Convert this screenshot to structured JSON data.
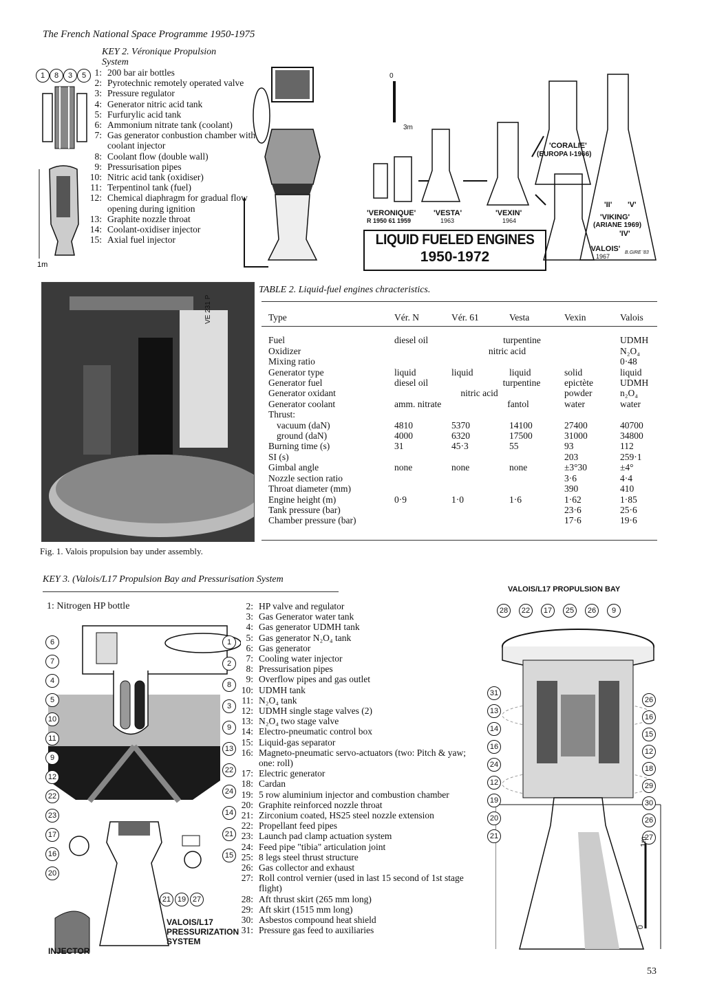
{
  "running_head": "The French National Space Programme 1950-1975",
  "key2": {
    "title": "KEY 2. Véronique Propulsion System",
    "items": [
      {
        "n": "1:",
        "t": "200 bar air bottles"
      },
      {
        "n": "2:",
        "t": "Pyrotechnic remotely operated valve"
      },
      {
        "n": "3:",
        "t": "Pressure regulator"
      },
      {
        "n": "4:",
        "t": "Generator nitric acid tank"
      },
      {
        "n": "5:",
        "t": "Furfurylic acid tank"
      },
      {
        "n": "6:",
        "t": "Ammonium nitrate tank (coolant)"
      },
      {
        "n": "7:",
        "t": "Gas generator conbustion chamber with coolant injector"
      },
      {
        "n": "8:",
        "t": "Coolant flow (double wall)"
      },
      {
        "n": "9:",
        "t": "Pressurisation pipes"
      },
      {
        "n": "10:",
        "t": "Nitric acid tank (oxidiser)"
      },
      {
        "n": "11:",
        "t": "Terpentinol tank (fuel)"
      },
      {
        "n": "12:",
        "t": "Chemical diaphragm for gradual flow opening during ignition"
      },
      {
        "n": "13:",
        "t": "Graphite nozzle throat"
      },
      {
        "n": "14:",
        "t": "Coolant-oxidiser injector"
      },
      {
        "n": "15:",
        "t": "Axial fuel injector"
      }
    ]
  },
  "engines_poster": {
    "title_line1": "LIQUID FUELED ENGINES",
    "title_line2": "1950-1972",
    "labels": {
      "veronique": "'VERONIQUE'",
      "veronique_dates": "R 1950   61 1959",
      "vesta": "'VESTA'",
      "vesta_year": "1963",
      "vexin": "'VEXIN'",
      "vexin_year": "1964",
      "coralie": "'CORALIE'",
      "europa": "(EUROPA I-1966)",
      "ii": "'II'",
      "v": "'V'",
      "viking": "'VIKING'",
      "ariane": "(ARIANE 1969)",
      "iv": "'IV'",
      "valois": "'VALOIS'",
      "valois_year": "1967",
      "signature": "B.GIRE '83",
      "scale_top": "0",
      "scale_bottom": "3m"
    }
  },
  "table2": {
    "caption": "TABLE 2. Liquid-fuel engines chracteristics.",
    "header": [
      "Type",
      "Vér. N",
      "Vér. 61",
      "Vesta",
      "Vexin",
      "Valois"
    ],
    "fuel": {
      "label": "Fuel",
      "ver_n": "diesel oil",
      "mid": "turpentine",
      "valois": "UDMH"
    },
    "oxidizer": {
      "label": "Oxidizer",
      "mid": "nitric acid",
      "valois": "N₂O₄"
    },
    "mixing": {
      "label": "Mixing ratio",
      "valois": "0·48"
    },
    "gen_type": {
      "label": "Generator type",
      "ver_n": "liquid",
      "ver_61": "liquid",
      "vesta": "liquid",
      "vexin": "solid",
      "valois": "liquid"
    },
    "gen_fuel": {
      "label": "Generator fuel",
      "ver_n": "diesel oil",
      "mid": "turpentine",
      "vexin": "epictète",
      "valois": "UDMH"
    },
    "gen_ox": {
      "label": "Generator oxidant",
      "mid": "nitric acid",
      "vexin": "powder",
      "valois": "n₂O₄"
    },
    "gen_cool": {
      "label": "Generator coolant",
      "ver_n": "amm. nitrate",
      "mid": "fantol",
      "vexin": "water",
      "valois": "water"
    },
    "thrust": {
      "label": "Thrust:"
    },
    "vacuum": {
      "label": "vacuum (daN)",
      "ver_n": "4810",
      "ver_61": "5370",
      "vesta": "14100",
      "vexin": "27400",
      "valois": "40700"
    },
    "ground": {
      "label": "ground (daN)",
      "ver_n": "4000",
      "ver_61": "6320",
      "vesta": "17500",
      "vexin": "31000",
      "valois": "34800"
    },
    "burn": {
      "label": "Burning time (s)",
      "ver_n": "31",
      "ver_61": "45·3",
      "vesta": "55",
      "vexin": "93",
      "valois": "112"
    },
    "si": {
      "label": "SI (s)",
      "vexin": "203",
      "valois": "259·1"
    },
    "gimbal": {
      "label": "Gimbal angle",
      "ver_n": "none",
      "ver_61": "none",
      "vesta": "none",
      "vexin": "±3°30",
      "valois": "±4°"
    },
    "nozzle": {
      "label": "Nozzle section ratio",
      "vexin": "3·6",
      "valois": "4·4"
    },
    "throat": {
      "label": "Throat diameter (mm)",
      "vexin": "390",
      "valois": "410"
    },
    "height": {
      "label": "Engine height (m)",
      "ver_n": "0·9",
      "ver_61": "1·0",
      "vesta": "1·6",
      "vexin": "1·62",
      "valois": "1·85"
    },
    "tank_p": {
      "label": "Tank pressure (bar)",
      "vexin": "23·6",
      "valois": "25·6"
    },
    "chamber_p": {
      "label": "Chamber pressure (bar)",
      "vexin": "17·6",
      "valois": "19·6"
    }
  },
  "fig1": {
    "caption": "Fig. 1. Valois propulsion bay under assembly.",
    "tank_marking": "VE 231 P"
  },
  "key3": {
    "title": "KEY 3. (Valois/L17 Propulsion Bay and Pressurisation System",
    "item1": "1:  Nitrogen HP bottle",
    "items": [
      {
        "n": "2:",
        "t": "HP valve and regulator"
      },
      {
        "n": "3:",
        "t": "Gas Generator water tank"
      },
      {
        "n": "4:",
        "t": "Gas generator UDMH tank"
      },
      {
        "n": "5:",
        "t": "Gas generator N₂O₄ tank"
      },
      {
        "n": "6:",
        "t": "Gas generator"
      },
      {
        "n": "7:",
        "t": "Cooling water injector"
      },
      {
        "n": "8:",
        "t": "Pressurisation pipes"
      },
      {
        "n": "9:",
        "t": "Overflow pipes and gas outlet"
      },
      {
        "n": "10:",
        "t": "UDMH tank"
      },
      {
        "n": "11:",
        "t": "N₂O₄ tank"
      },
      {
        "n": "12:",
        "t": "UDMH single stage valves (2)"
      },
      {
        "n": "13:",
        "t": "N₂O₄ two stage valve"
      },
      {
        "n": "14:",
        "t": "Electro-pneumatic control box"
      },
      {
        "n": "15:",
        "t": "Liquid-gas separator"
      },
      {
        "n": "16:",
        "t": "Magneto-pneumatic servo-actuators (two: Pitch & yaw; one: roll)"
      },
      {
        "n": "17:",
        "t": "Electric generator"
      },
      {
        "n": "18:",
        "t": "Cardan"
      },
      {
        "n": "19:",
        "t": "5 row aluminium injector and combustion chamber"
      },
      {
        "n": "20:",
        "t": "Graphite reinforced nozzle throat"
      },
      {
        "n": "21:",
        "t": "Zirconium coated, HS25 steel nozzle extension"
      },
      {
        "n": "22:",
        "t": "Propellant feed pipes"
      },
      {
        "n": "23:",
        "t": "Launch pad clamp actuation system"
      },
      {
        "n": "24:",
        "t": "Feed pipe \"tibia\" articulation joint"
      },
      {
        "n": "25:",
        "t": "8 legs steel thrust structure"
      },
      {
        "n": "26:",
        "t": "Gas collector and exhaust"
      },
      {
        "n": "27:",
        "t": "Roll control vernier (used in last 15 second of 1st stage flight)"
      },
      {
        "n": "28:",
        "t": "Aft thrust skirt (265 mm long)"
      },
      {
        "n": "29:",
        "t": "Aft skirt (1515 mm long)"
      },
      {
        "n": "30:",
        "t": "Asbestos compound heat shield"
      },
      {
        "n": "31:",
        "t": "Pressure gas feed to auxiliaries"
      }
    ]
  },
  "pressurization_diagram": {
    "label_line1": "VALOIS/L17",
    "label_line2": "PRESSURIZATION",
    "label_line3": "SYSTEM",
    "injector_label": "INJECTOR",
    "callouts_left": [
      "6",
      "7",
      "4",
      "5",
      "10",
      "11",
      "9",
      "12",
      "22",
      "23",
      "17",
      "16",
      "20"
    ],
    "callouts_right": [
      "1",
      "2",
      "8",
      "3",
      "9",
      "13",
      "22",
      "24",
      "14",
      "21",
      "15"
    ],
    "callouts_bottom": [
      "21",
      "19",
      "27"
    ]
  },
  "bay_diagram": {
    "title": "VALOIS/L17 PROPULSION BAY",
    "callouts_top": [
      "28",
      "22",
      "17",
      "25",
      "26",
      "9"
    ],
    "callouts_left": [
      "31",
      "13",
      "14",
      "16",
      "24",
      "12",
      "19",
      "20",
      "21"
    ],
    "callouts_right": [
      "26",
      "16",
      "15",
      "12",
      "18",
      "29",
      "30",
      "26",
      "27"
    ],
    "scale_top": "1m",
    "scale_bottom": "0"
  },
  "page_number": "53"
}
